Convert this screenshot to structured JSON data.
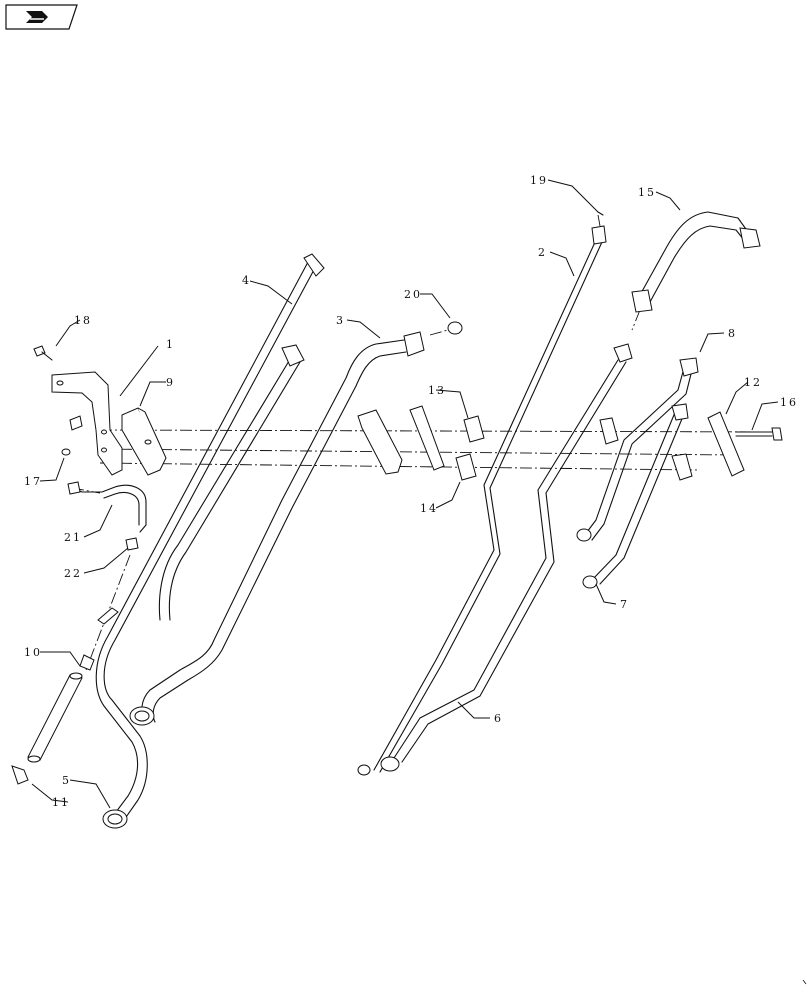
{
  "nav": {
    "icon": "page-arrow-icon"
  },
  "callouts": [
    {
      "id": "c1",
      "label": "1"
    },
    {
      "id": "c2",
      "label": "2"
    },
    {
      "id": "c3",
      "label": "3"
    },
    {
      "id": "c4",
      "label": "4"
    },
    {
      "id": "c5",
      "label": "5"
    },
    {
      "id": "c6",
      "label": "6"
    },
    {
      "id": "c7",
      "label": "7"
    },
    {
      "id": "c8",
      "label": "8"
    },
    {
      "id": "c9",
      "label": "9"
    },
    {
      "id": "c10",
      "label": "10"
    },
    {
      "id": "c11",
      "label": "11"
    },
    {
      "id": "c12",
      "label": "12"
    },
    {
      "id": "c13",
      "label": "13"
    },
    {
      "id": "c14",
      "label": "14"
    },
    {
      "id": "c15",
      "label": "15"
    },
    {
      "id": "c16",
      "label": "16"
    },
    {
      "id": "c17",
      "label": "17"
    },
    {
      "id": "c18",
      "label": "18"
    },
    {
      "id": "c19",
      "label": "19"
    },
    {
      "id": "c20",
      "label": "20"
    },
    {
      "id": "c21",
      "label": "21"
    },
    {
      "id": "c22",
      "label": "22"
    }
  ]
}
